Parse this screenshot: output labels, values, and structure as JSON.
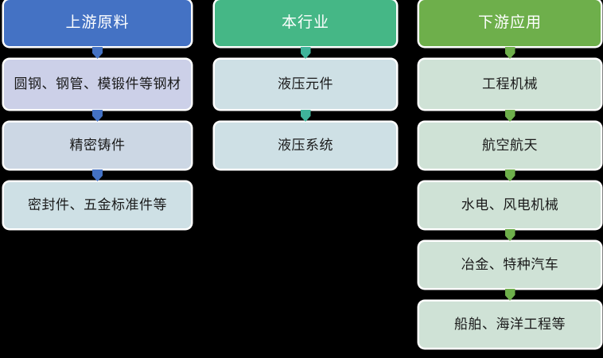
{
  "diagram": {
    "type": "industry-chain-flow",
    "background_color": "#000000",
    "columns": [
      {
        "id": "upstream",
        "header": {
          "label": "上游原料",
          "color": "#4472C4",
          "text_color": "#FFFFFF"
        },
        "arrow_color": "#4472C4",
        "items": [
          {
            "label": "圆钢、钢管、模锻件等钢材",
            "color": "#CCD0E8"
          },
          {
            "label": "精密铸件",
            "color": "#CCD7E4"
          },
          {
            "label": "密封件、五金标准件等",
            "color": "#CEE0E5"
          }
        ]
      },
      {
        "id": "industry",
        "header": {
          "label": "本行业",
          "color": "#45B786",
          "text_color": "#FFFFFF"
        },
        "arrow_color": "#3FB39A",
        "items": [
          {
            "label": "液压元件",
            "color": "#CEE0E5"
          },
          {
            "label": "液压系统",
            "color": "#CEE0E5"
          }
        ]
      },
      {
        "id": "downstream",
        "header": {
          "label": "下游应用",
          "color": "#6EAF4B",
          "text_color": "#FFFFFF"
        },
        "arrow_color": "#6EAF4B",
        "items": [
          {
            "label": "工程机械",
            "color": "#CFE2D6"
          },
          {
            "label": "航空航天",
            "color": "#CFE2D6"
          },
          {
            "label": "水电、风电机械",
            "color": "#CFE2D6"
          },
          {
            "label": "冶金、特种汽车",
            "color": "#CFE2D6"
          },
          {
            "label": "船舶、海洋工程等",
            "color": "#CFE2D6"
          }
        ]
      }
    ]
  }
}
